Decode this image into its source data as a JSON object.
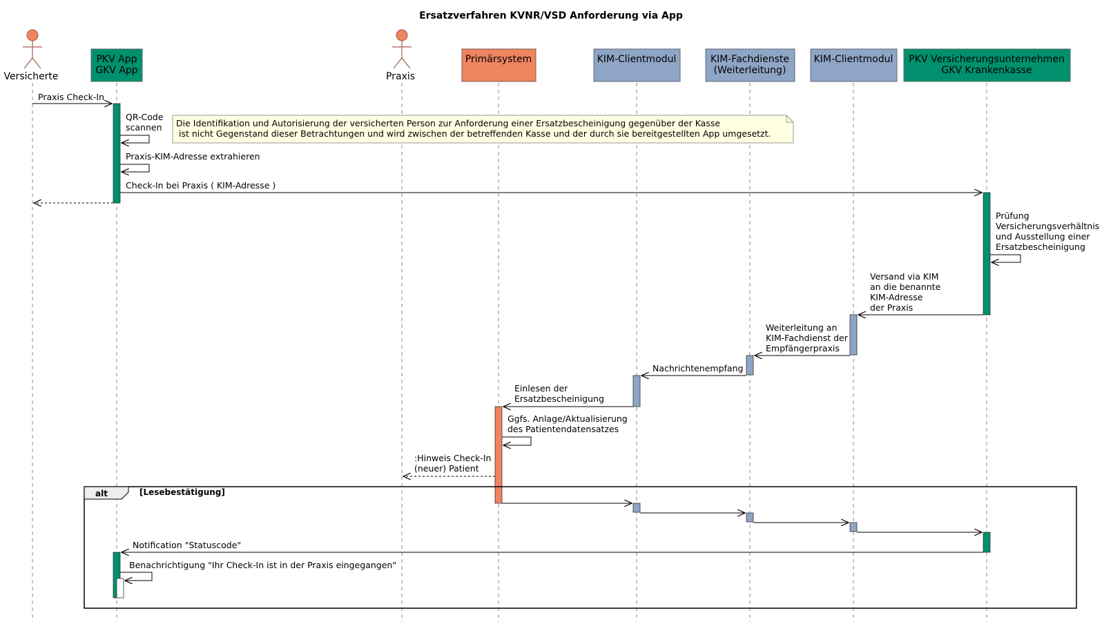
{
  "title": "Ersatzverfahren KVNR/VSD Anforderung via App",
  "colors": {
    "green": "#00906E",
    "orange": "#EF8461",
    "blue": "#8FA5C5",
    "note_fill": "#FFFFE1",
    "note_border": "#999999"
  },
  "participants": {
    "versicherte": {
      "label": "Versicherte"
    },
    "app": {
      "line1": "PKV App",
      "line2": "GKV App"
    },
    "praxis": {
      "label": "Praxis"
    },
    "ps": {
      "label": "Primärsystem"
    },
    "kim1": {
      "label": "KIM-Clientmodul"
    },
    "fach": {
      "line1": "KIM-Fachdienste",
      "line2": "(Weiterleitung)"
    },
    "kim2": {
      "label": "KIM-Clientmodul"
    },
    "kasse": {
      "line1": "PKV Versicherungsunternehmen",
      "line2": "GKV Krankenkasse"
    }
  },
  "messages": {
    "checkin": "Praxis Check-In",
    "qr1": "QR-Code",
    "qr2": "scannen",
    "extract": "Praxis-KIM-Adresse extrahieren",
    "checkin_praxis": "Check-In bei Praxis ( KIM-Adresse )",
    "pruef1": "Prüfung",
    "pruef2": "Versicherungsverhältnis",
    "pruef3": "und Ausstellung einer",
    "pruef4": "Ersatzbescheinigung",
    "versand1": "Versand via KIM",
    "versand2": "an die benannte",
    "versand3": "KIM-Adresse",
    "versand4": "der Praxis",
    "weiter1": "Weiterleitung an",
    "weiter2": "KIM-Fachdienst der",
    "weiter3": "Empfängerpraxis",
    "empfang": "Nachrichtenempfang",
    "einlesen1": "Einlesen der",
    "einlesen2": "Ersatzbescheinigung",
    "anlage1": "Ggfs. Anlage/Aktualisierung",
    "anlage2": "des Patientendatensatzes",
    "hinweis1": ":Hinweis Check-In",
    "hinweis2": "(neuer) Patient",
    "notification": "Notification \"Statuscode\"",
    "benachrichtigung": "Benachrichtigung \"Ihr Check-In ist in der Praxis eingegangen\""
  },
  "note": {
    "line1": "Die Identifikation und Autorisierung der versicherten Person zur Anforderung einer Ersatzbescheinigung gegenüber der Kasse",
    "line2": " ist nicht Gegenstand dieser Betrachtungen und wird zwischen der betreffenden Kasse und der durch sie bereitgestellten App umgesetzt."
  },
  "alt": {
    "keyword": "alt",
    "guard": "[Lesebestätigung]"
  }
}
